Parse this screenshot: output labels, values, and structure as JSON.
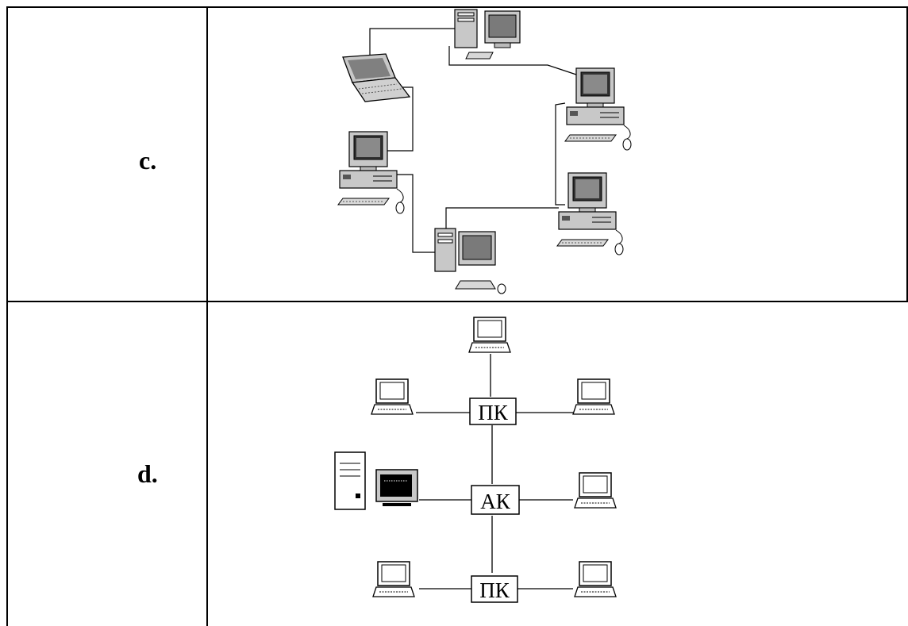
{
  "rows": [
    {
      "label": "c."
    },
    {
      "label": "d."
    }
  ],
  "diagram_d": {
    "hubs": [
      "ПК",
      "АК",
      "ПК"
    ]
  }
}
